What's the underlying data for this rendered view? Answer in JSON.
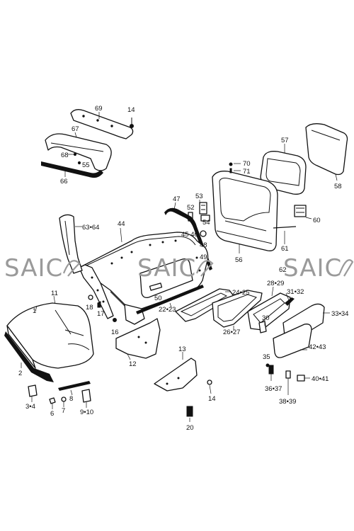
{
  "callouts": [
    {
      "id": "c1",
      "text": "1"
    },
    {
      "id": "c2",
      "text": "2"
    },
    {
      "id": "c3_4",
      "text": "3•4"
    },
    {
      "id": "c6",
      "text": "6"
    },
    {
      "id": "c7",
      "text": "7"
    },
    {
      "id": "c8",
      "text": "8"
    },
    {
      "id": "c9_10",
      "text": "9•10"
    },
    {
      "id": "c11",
      "text": "11"
    },
    {
      "id": "c12",
      "text": "12"
    },
    {
      "id": "c13",
      "text": "13"
    },
    {
      "id": "c14a",
      "text": "14"
    },
    {
      "id": "c14b",
      "text": "14"
    },
    {
      "id": "c16",
      "text": "16"
    },
    {
      "id": "c17",
      "text": "17"
    },
    {
      "id": "c18",
      "text": "18"
    },
    {
      "id": "c20",
      "text": "20"
    },
    {
      "id": "c22_23",
      "text": "22•23"
    },
    {
      "id": "c24_25",
      "text": "24•25"
    },
    {
      "id": "c26_27",
      "text": "26•27"
    },
    {
      "id": "c28_29",
      "text": "28•29"
    },
    {
      "id": "c30",
      "text": "30"
    },
    {
      "id": "c31_32",
      "text": "31•32"
    },
    {
      "id": "c33_34",
      "text": "33•34"
    },
    {
      "id": "c35",
      "text": "35"
    },
    {
      "id": "c36_37",
      "text": "36•37"
    },
    {
      "id": "c38_39",
      "text": "38•39"
    },
    {
      "id": "c40_41",
      "text": "40•41"
    },
    {
      "id": "c42_43",
      "text": "42•43"
    },
    {
      "id": "c44",
      "text": "44"
    },
    {
      "id": "c45_46",
      "text": "45 46"
    },
    {
      "id": "c47",
      "text": "47"
    },
    {
      "id": "c48",
      "text": "48"
    },
    {
      "id": "c49",
      "text": "49"
    },
    {
      "id": "c50",
      "text": "50"
    },
    {
      "id": "c52",
      "text": "52"
    },
    {
      "id": "c53",
      "text": "53"
    },
    {
      "id": "c54",
      "text": "54"
    },
    {
      "id": "c55",
      "text": "55"
    },
    {
      "id": "c56",
      "text": "56"
    },
    {
      "id": "c57",
      "text": "57"
    },
    {
      "id": "c58",
      "text": "58"
    },
    {
      "id": "c60",
      "text": "60"
    },
    {
      "id": "c61",
      "text": "61"
    },
    {
      "id": "c62",
      "text": "62"
    },
    {
      "id": "c63_64",
      "text": "63•64"
    },
    {
      "id": "c66",
      "text": "66"
    },
    {
      "id": "c67",
      "text": "67"
    },
    {
      "id": "c68",
      "text": "68"
    },
    {
      "id": "c69",
      "text": "69"
    },
    {
      "id": "c70",
      "text": "70"
    },
    {
      "id": "c71",
      "text": "71"
    }
  ],
  "watermark": {
    "text": "SAIC",
    "color": "#9a9a9a",
    "count": 3
  },
  "colors": {
    "line": "#111111",
    "background": "#ffffff"
  }
}
